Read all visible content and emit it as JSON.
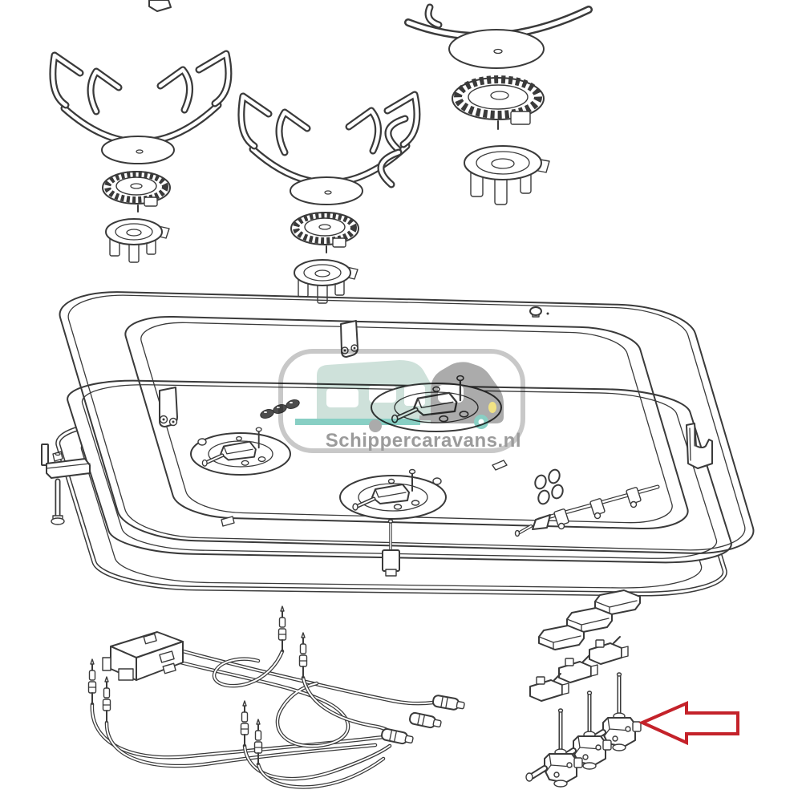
{
  "diagram": {
    "type": "exploded-parts-diagram",
    "subject": "caravan gas hob cooktop",
    "background": "#ffffff",
    "line_color": "#3a3a3a",
    "watermark": {
      "text": "Schippercaravans.nl",
      "text_color": "#9b9b9b",
      "border_color": "#c8c8c8",
      "caravan_color": "#cee1da",
      "car_color": "#ababab",
      "wheel_teal": "#88cfc4",
      "headlight_yellow": "#f1e284"
    },
    "callout_arrow": {
      "color": "#c4222a",
      "direction": "left",
      "points_to": "gas-valve-assembly"
    },
    "parts": [
      "pan-support-left",
      "burner-cap-left",
      "burner-crown-left",
      "burner-base-left",
      "pan-support-middle",
      "burner-cap-middle",
      "burner-crown-middle",
      "burner-base-middle",
      "pan-support-large-partial",
      "burner-cap-large",
      "burner-crown-large",
      "burner-base-large",
      "lid-frame",
      "hinge-brackets",
      "hob-tray",
      "seal-ring",
      "burner-mount-discs",
      "injector-brackets",
      "rivets",
      "corner-bracket",
      "gas-manifold-rail",
      "switch-panel-holes",
      "mounting-bracket",
      "fixing-bolt",
      "ignition-generator",
      "spark-electrodes",
      "ignition-leads",
      "lead-connectors",
      "control-knobs",
      "micro-switches",
      "gas-valve-assembly"
    ]
  }
}
